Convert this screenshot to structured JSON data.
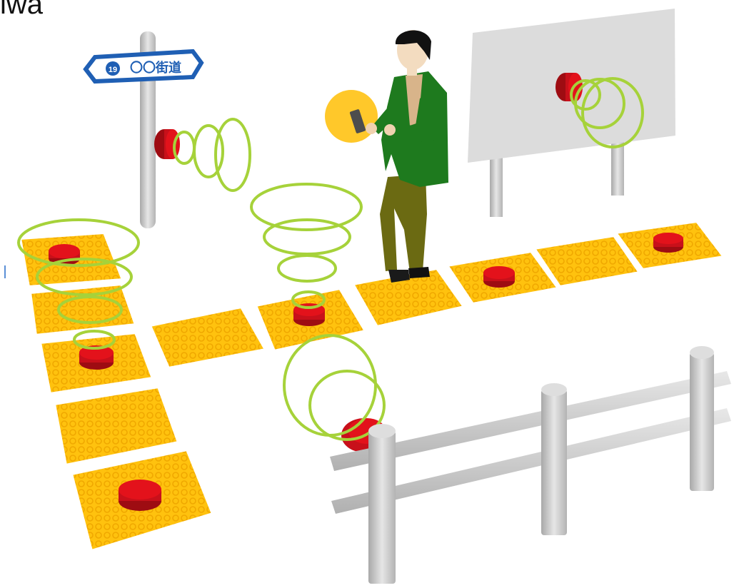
{
  "caption_fragment": "iwa",
  "street_sign": {
    "route_number": "19",
    "name": "〇〇街道"
  },
  "colors": {
    "tactile_tile": "#ffc20e",
    "beacon": "#e3121b",
    "signal_ring": "#a6d23a",
    "pole": "#c9c9c9",
    "jacket": "#1e7a1e",
    "trousers": "#6b6a12",
    "phone_glow": "#ffc82a",
    "sign_blue": "#1f5fb4"
  },
  "icons": [
    "person-with-smartphone",
    "street-sign",
    "billboard",
    "guard-rail",
    "tactile-paving-tile",
    "beacon-device",
    "signal-ring"
  ]
}
